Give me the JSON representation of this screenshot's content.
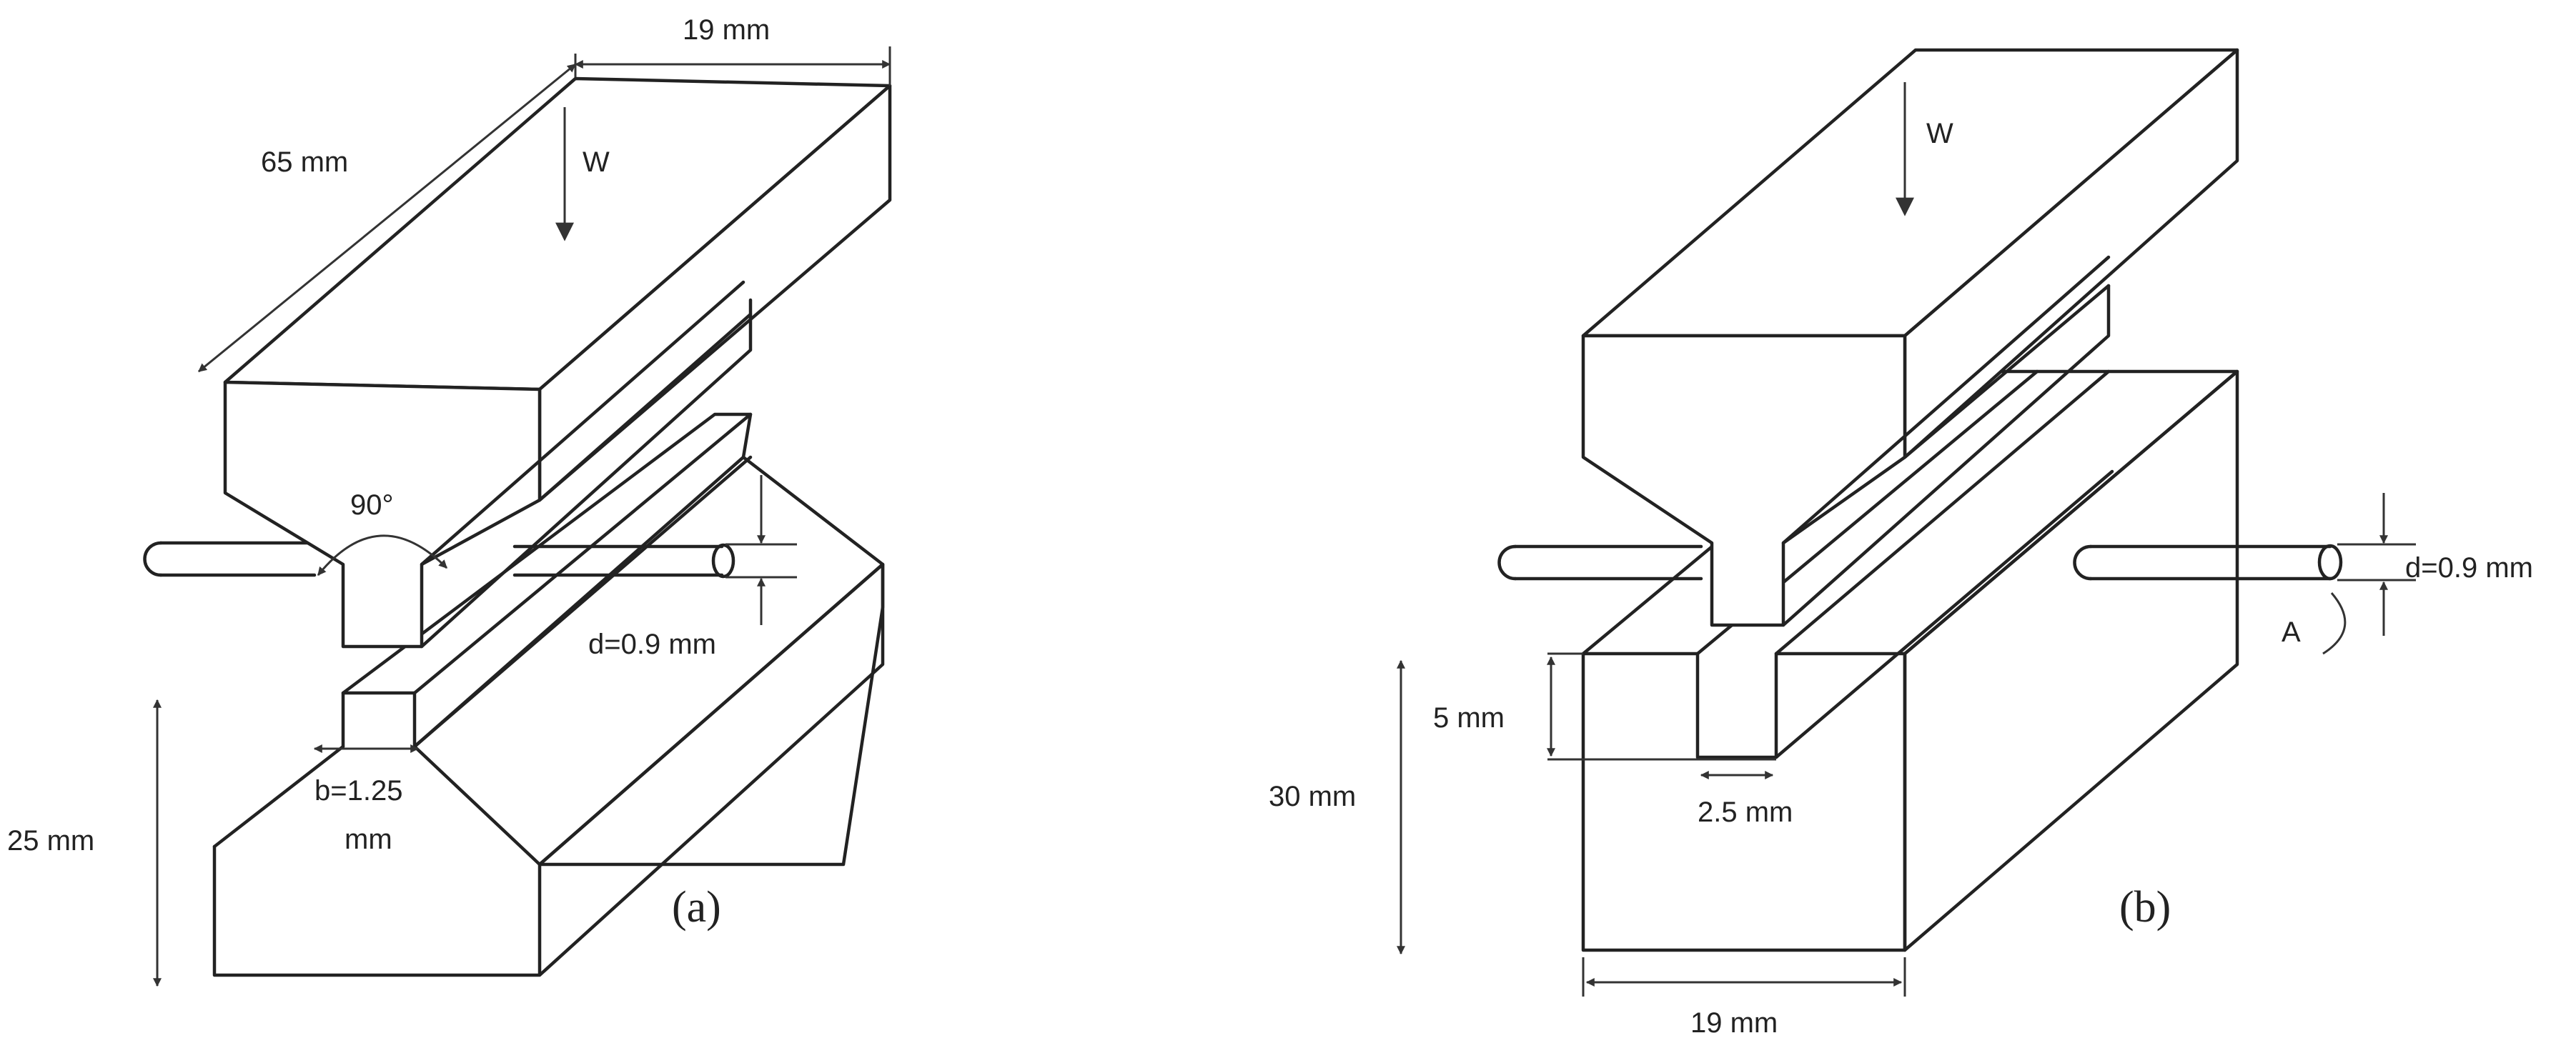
{
  "figure_a": {
    "load": "W",
    "top_length": "65 mm",
    "top_width": "19 mm",
    "angle": "90°",
    "diameter": "d=0.9 mm",
    "punch_width_line1": "b=1.25",
    "punch_width_line2": "mm",
    "base_height": "25 mm",
    "caption": "(a)"
  },
  "figure_b": {
    "load": "W",
    "diameter": "d=0.9 mm",
    "point_label": "A",
    "groove_depth": "5 mm",
    "groove_width": "2.5 mm",
    "base_height": "30 mm",
    "base_width": "19 mm",
    "caption": "(b)"
  },
  "colors": {
    "ink": "#222222",
    "paper": "#ffffff"
  }
}
